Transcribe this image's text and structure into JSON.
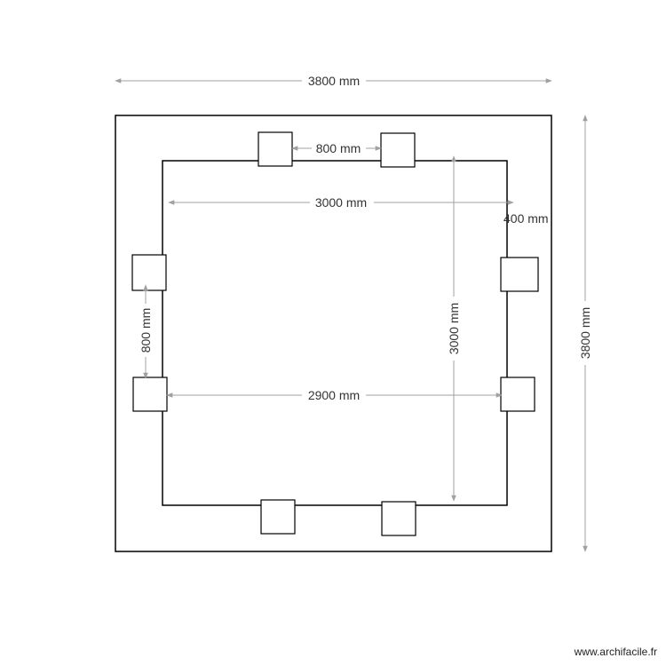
{
  "dimensions": {
    "overall_width": "3800 mm",
    "overall_height": "3800 mm",
    "inner_width": "3000 mm",
    "inner_height": "3000 mm",
    "post_row_width": "2900 mm",
    "top_post_spacing": "800 mm",
    "left_post_spacing": "800 mm",
    "offset": "400 mm"
  },
  "watermark": "www.archifacile.fr",
  "colors": {
    "line": "#000000",
    "dimension": "#a0a0a0",
    "text": "#333333"
  }
}
